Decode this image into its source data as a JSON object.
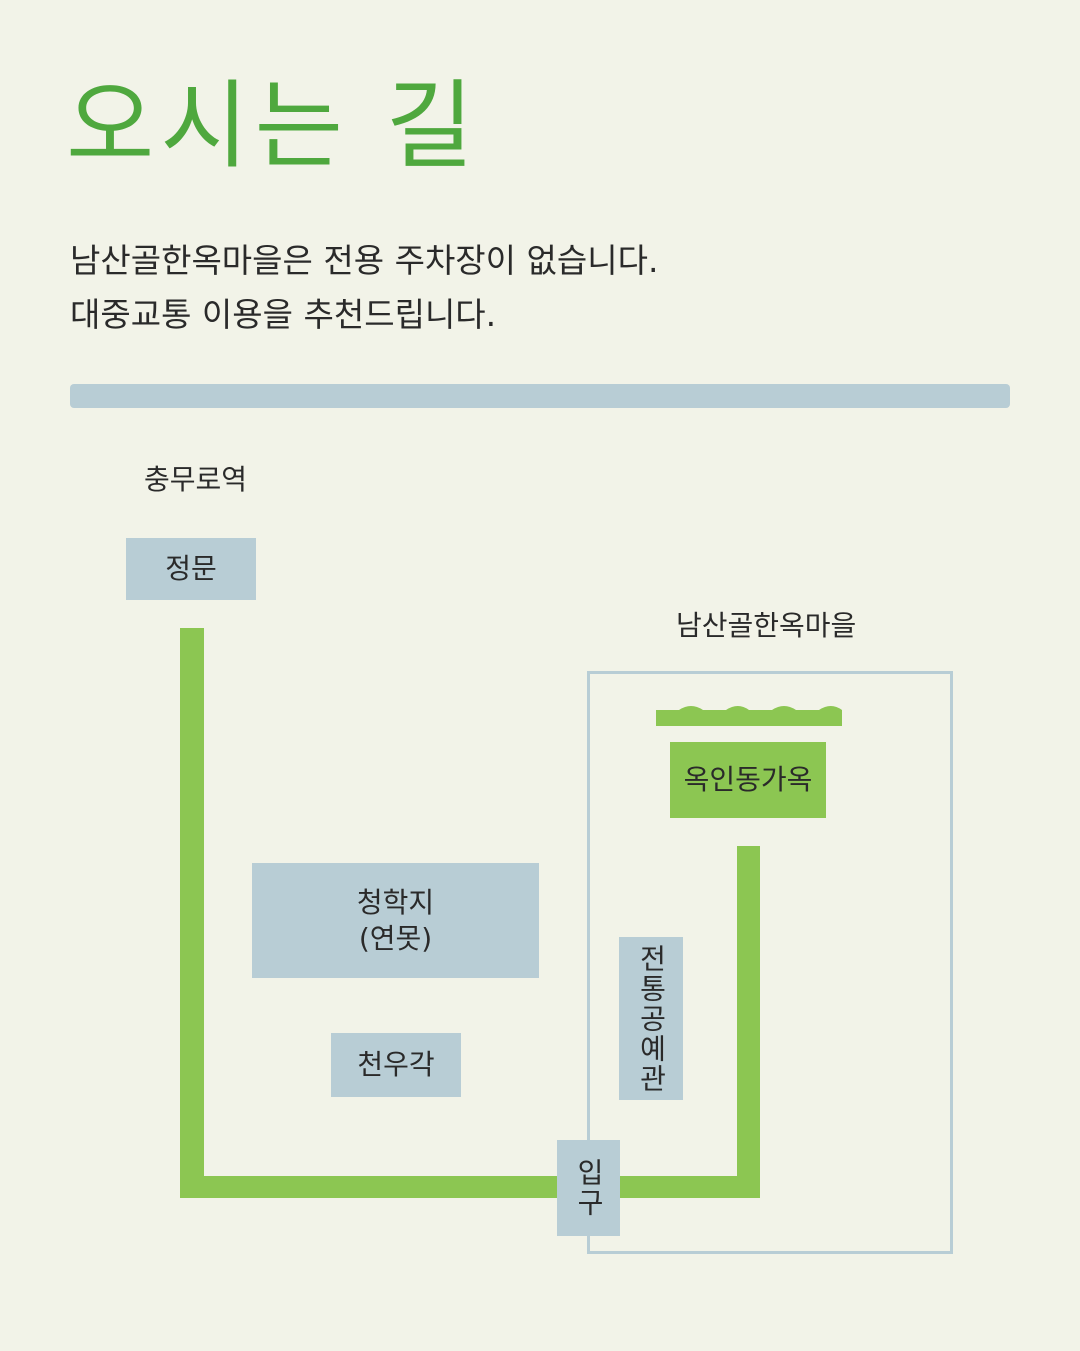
{
  "title": "오시는 길",
  "intro": {
    "line1": "남산골한옥마을은 전용 주차장이 없습니다.",
    "line2": "대중교통 이용을 추천드립니다."
  },
  "map": {
    "station_label": "충무로역",
    "main_gate": "정문",
    "village_label": "남산골한옥마을",
    "okindong": "옥인동가옥",
    "cheonghakji_line1": "청학지",
    "cheonghakji_line2": "(연못)",
    "cheonugak": "천우각",
    "crafts_hall": "전통공예관",
    "entrance": "입구",
    "roof_icon": "roof-wave-icon"
  },
  "colors": {
    "title_green": "#4fa83e",
    "path_green": "#8cc652",
    "block_blue": "#b8cdd5",
    "background": "#f2f3e8"
  }
}
